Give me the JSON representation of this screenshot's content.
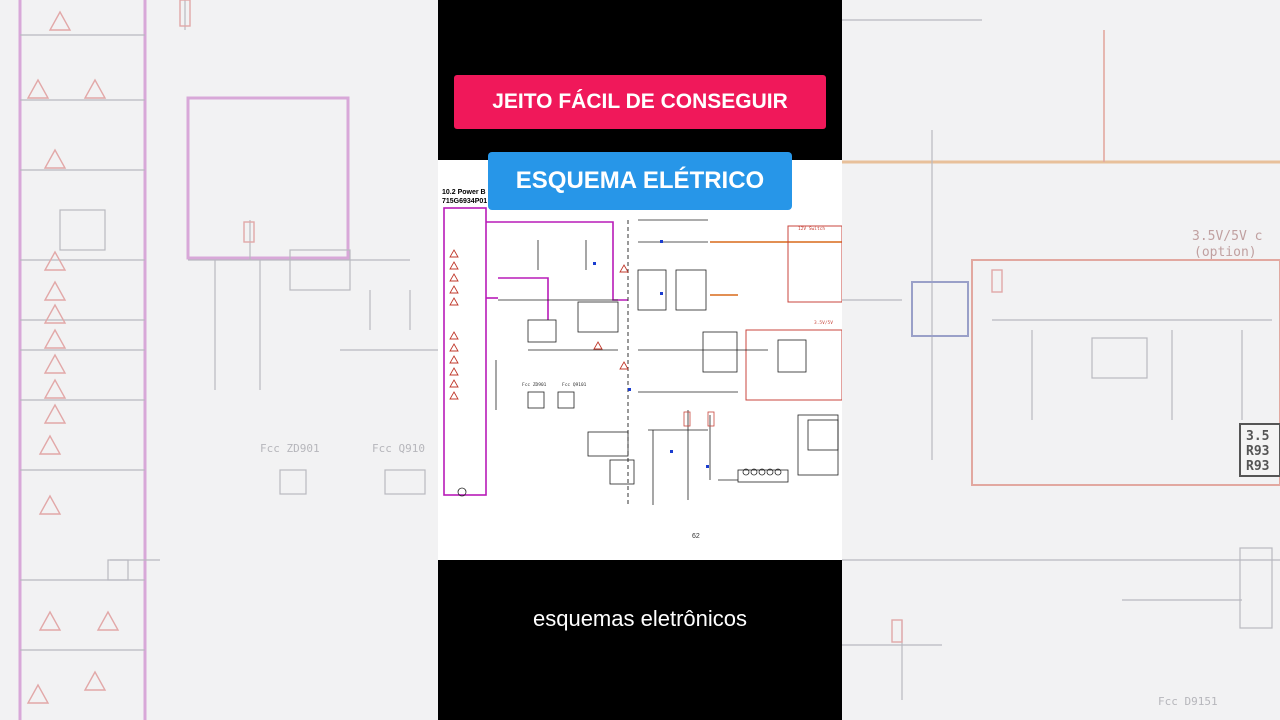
{
  "video": {
    "headline_top": "JEITO FÁCIL DE CONSEGUIR",
    "headline_bottom": "ESQUEMA ELÉTRICO",
    "caption": "esquemas eletrônicos",
    "headline_top_color": "#f0185a",
    "headline_bottom_color": "#2796e8"
  },
  "schematic": {
    "title_line1": "10.2 Power B",
    "title_line2": "715G6934P01",
    "page_number": "62",
    "label_fcc_a": "Fcc ZD901",
    "label_fcc_b": "Fcc Q9101",
    "label_12v": "12V Switch",
    "label_35v": "3.5V/5V",
    "wire_color_primary": "#b81bb8",
    "wire_color_secondary": "#d86a1a"
  },
  "background_left": {
    "label_a": "Fcc ZD901",
    "label_b": "Fcc Q910"
  },
  "background_right": {
    "label_35v": "3.5V/5V c",
    "label_option": "(option)",
    "label_fcc": "Fcc D9151",
    "box_line1": "3.5",
    "box_line2": "R93",
    "box_line3": "R93"
  }
}
